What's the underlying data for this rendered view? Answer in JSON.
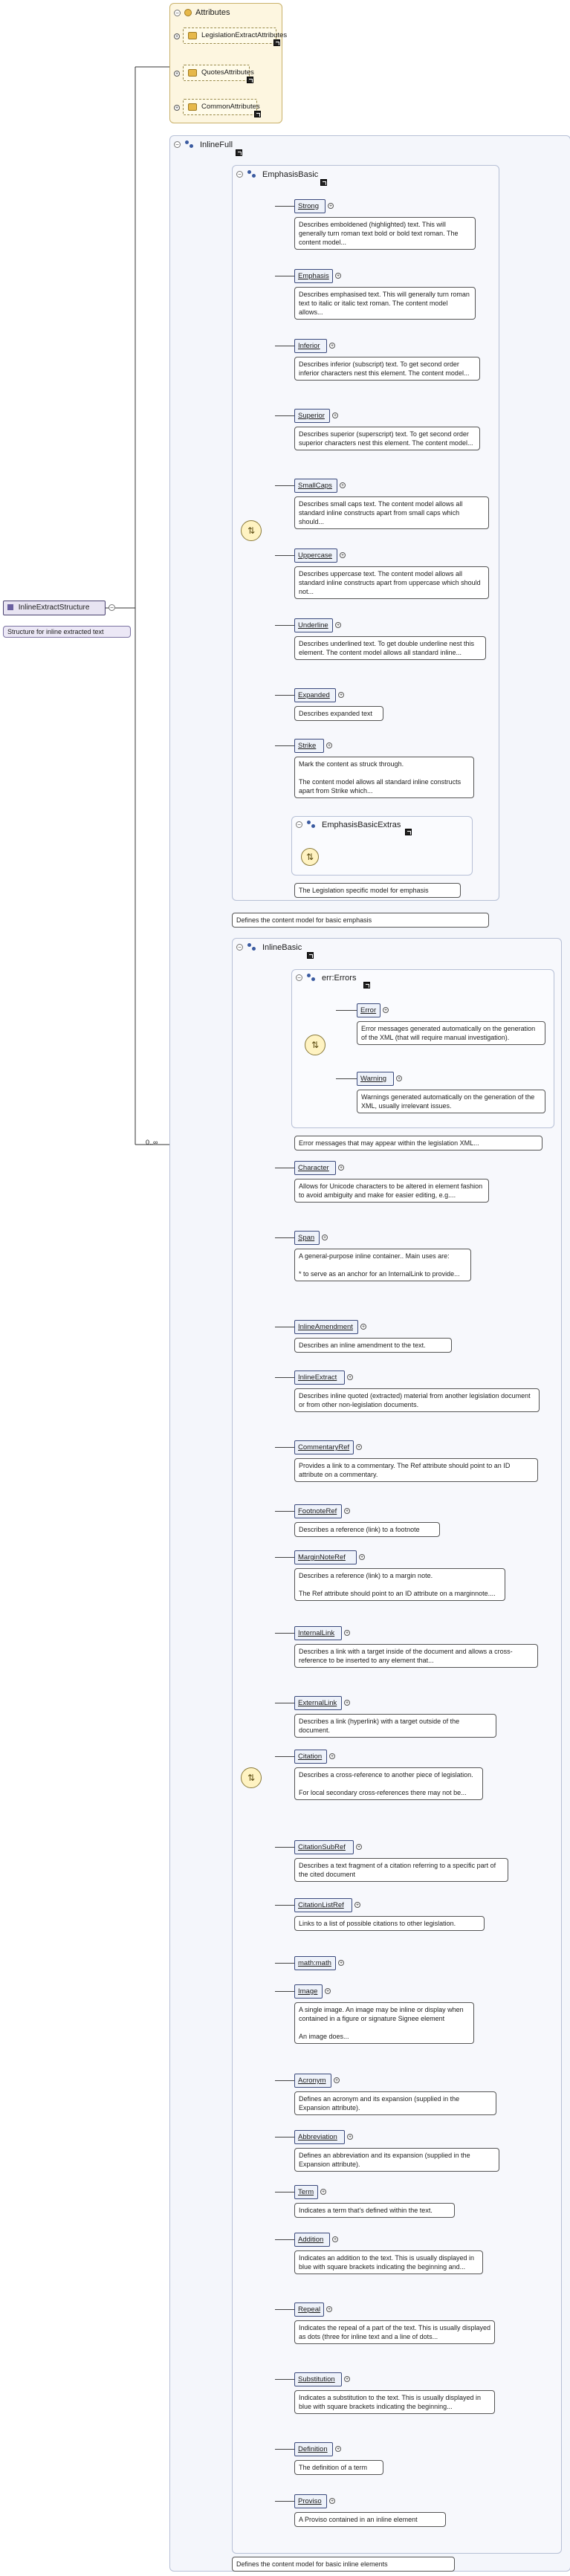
{
  "root": {
    "name": "InlineExtractStructure",
    "description": "Structure for inline extracted text",
    "occurrence": "0..∞"
  },
  "attributes": {
    "title": "Attributes",
    "items": [
      "LegislationExtractAttributes",
      "QuotesAttributes",
      "CommonAttributes"
    ]
  },
  "inline_full": {
    "title": "InlineFull",
    "emphasis_basic": {
      "title": "EmphasisBasic",
      "description": "Defines the content model for basic emphasis",
      "elements": [
        {
          "name": "Strong",
          "desc": "Describes emboldened (highlighted) text. This will generally turn roman text bold or bold text roman. The content model..."
        },
        {
          "name": "Emphasis",
          "desc": "Describes emphasised text. This will generally turn roman text to italic or italic text roman. The content model allows..."
        },
        {
          "name": "Inferior",
          "desc": "Describes inferior (subscript) text. To get second order inferior characters nest this element. The content model..."
        },
        {
          "name": "Superior",
          "desc": "Describes superior (superscript) text. To get second order superior characters nest this element. The content model..."
        },
        {
          "name": "SmallCaps",
          "desc": "Describes small caps text. The content model allows all standard inline constructs apart from small caps which should..."
        },
        {
          "name": "Uppercase",
          "desc": "Describes uppercase text. The content model allows all standard inline constructs apart from uppercase which should not..."
        },
        {
          "name": "Underline",
          "desc": "Describes underlined text. To get double underline nest this element. The content model allows all standard inline..."
        },
        {
          "name": "Expanded",
          "desc": "Describes expanded text"
        },
        {
          "name": "Strike",
          "desc": "Mark the content as struck through.\n\nThe content model allows all standard inline constructs apart from Strike which..."
        }
      ],
      "extras": {
        "title": "EmphasisBasicExtras",
        "description": "The Legislation specific model for emphasis"
      }
    },
    "inline_basic": {
      "title": "InlineBasic",
      "description": "Defines the content model for basic inline elements",
      "err_errors": {
        "title": "err:Errors",
        "description": "Error messages that may appear within the legislation XML...",
        "elements": [
          {
            "name": "Error",
            "desc": "Error messages generated automatically on the generation of the XML (that will require manual investigation)."
          },
          {
            "name": "Warning",
            "desc": "Warnings generated automatically on the generation of the XML, usually irrelevant issues."
          }
        ]
      },
      "elements": [
        {
          "name": "Character",
          "desc": "Allows for Unicode characters to be altered in element fashion to avoid ambiguity and make for easier editing, e.g...."
        },
        {
          "name": "Span",
          "desc": "A general-purpose inline container.. Main uses are:\n\n* to serve as an anchor for an InternalLink to provide..."
        },
        {
          "name": "InlineAmendment",
          "desc": "Describes an inline amendment to the text."
        },
        {
          "name": "InlineExtract",
          "desc": "Describes inline quoted (extracted) material from another legislation document or from other non-legislation documents."
        },
        {
          "name": "CommentaryRef",
          "desc": "Provides a link to a commentary. The Ref attribute should point to an ID attribute on a commentary."
        },
        {
          "name": "FootnoteRef",
          "desc": "Describes a reference (link) to a footnote"
        },
        {
          "name": "MarginNoteRef",
          "desc": "Describes a reference (link) to a margin note.\n\nThe Ref attribute should point to an ID attribute on a marginnote...."
        },
        {
          "name": "InternalLink",
          "desc": "Describes a link with a target inside of the document and allows a cross-reference to be inserted to any element that..."
        },
        {
          "name": "ExternalLink",
          "desc": "Describes a link (hyperlink) with a target outside of the document."
        },
        {
          "name": "Citation",
          "desc": "Describes a cross-reference to another piece of legislation.\n\nFor local secondary cross-references there may not be..."
        },
        {
          "name": "CitationSubRef",
          "desc": "Describes a text fragment of a citation referring to a specific part of the cited document"
        },
        {
          "name": "CitationListRef",
          "desc": "Links to a list of possible citations to other legislation."
        },
        {
          "name": "math:math",
          "desc": ""
        },
        {
          "name": "Image",
          "desc": "A single image. An image may be inline or display when contained in a figure or signature Signee element\n\nAn image does..."
        },
        {
          "name": "Acronym",
          "desc": "Defines an acronym and its expansion (supplied in the Expansion attribute)."
        },
        {
          "name": "Abbreviation",
          "desc": "Defines an abbreviation and its expansion (supplied in the Expansion attribute)."
        },
        {
          "name": "Term",
          "desc": "Indicates a term that's defined within the text."
        },
        {
          "name": "Addition",
          "desc": "Indicates an addition to the text. This is usually displayed in blue with square brackets indicating the beginning and..."
        },
        {
          "name": "Repeal",
          "desc": "Indicates the repeal of a part of the text. This is usually displayed as dots (three for inline text and a line of dots..."
        },
        {
          "name": "Substitution",
          "desc": "Indicates a substitution to the text. This is usually displayed in blue with square brackets indicating the beginning..."
        },
        {
          "name": "Definition",
          "desc": "The definition of a term"
        },
        {
          "name": "Proviso",
          "desc": "A Proviso contained in an inline element"
        }
      ]
    }
  },
  "colors": {
    "attr_group_bg": "#fdf6e0",
    "model_group_bg": "#f4f6fb",
    "element_border": "#3b4a7c",
    "root_bg": "#e8e4f2"
  }
}
